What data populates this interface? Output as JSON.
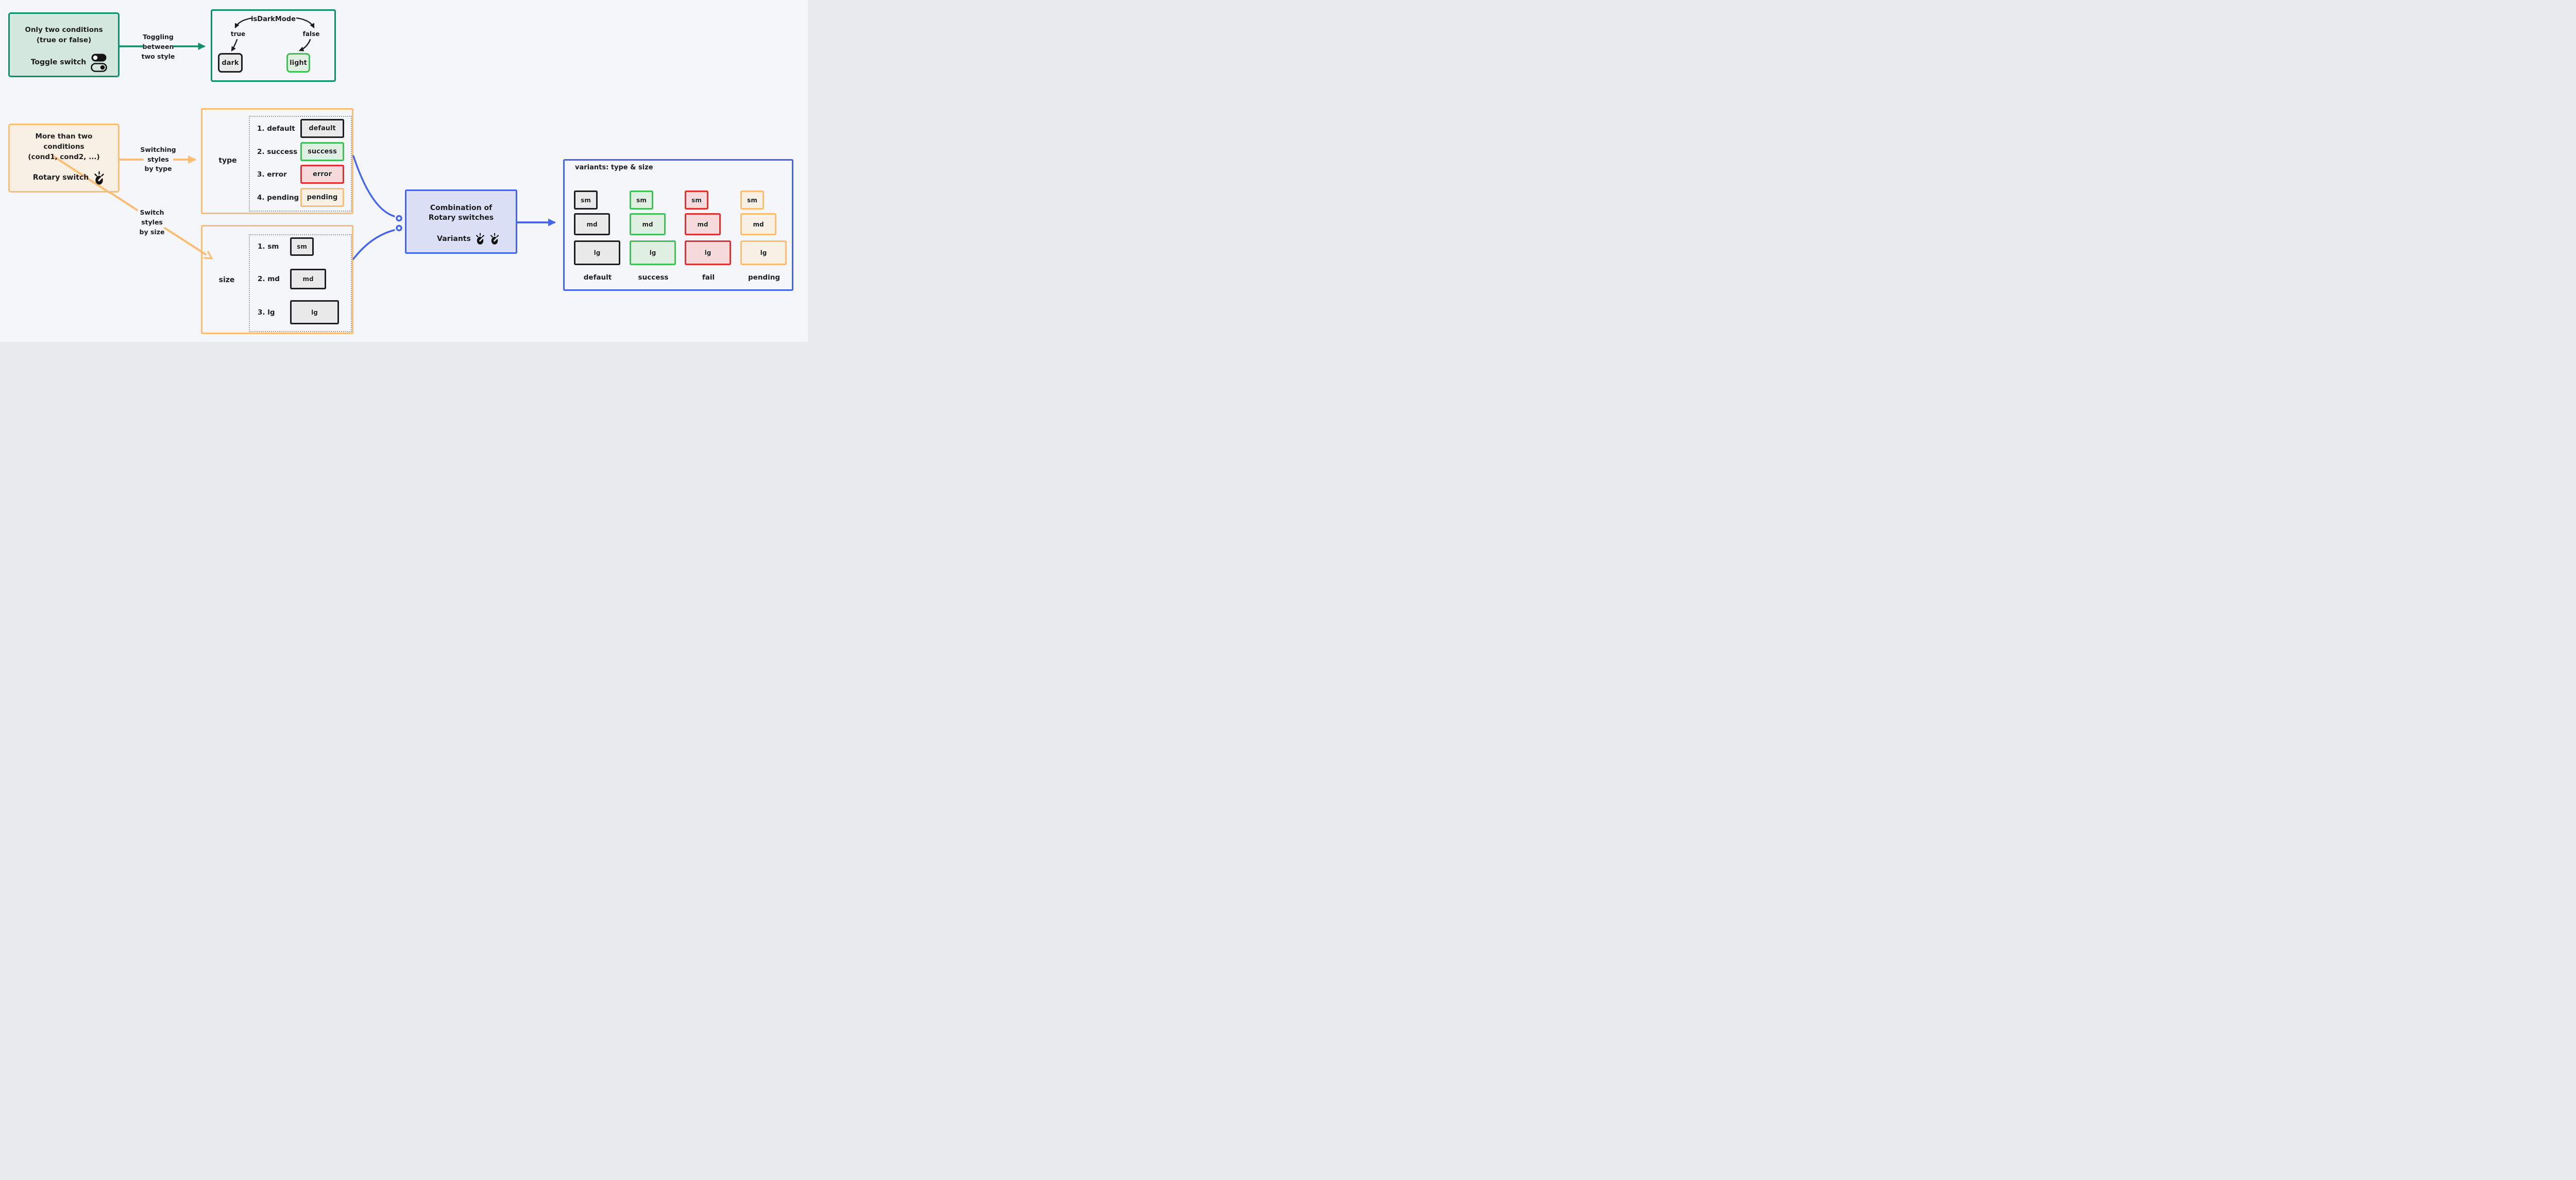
{
  "colors": {
    "canvas_bg": "#f5f6f9",
    "green": "#0e9168",
    "green_fill": "#d4e8df",
    "green_bright": "#40c057",
    "orange": "#f9be74",
    "orange_fill": "#f8f0e4",
    "blue": "#4365e9",
    "blue_fill": "#dce0f6",
    "dark": "#1e1e1e",
    "gray_fill": "#e9e9e9",
    "red": "#e03131",
    "red_fill": "#f6dadb",
    "text": "#1d1d1d"
  },
  "toggle_section": {
    "condition_box": {
      "line1": "Only two conditions",
      "line2": "(true or false)",
      "switch_label": "Toggle switch"
    },
    "arrow_label": {
      "line1": "Toggling",
      "line2": "between",
      "line3": "two style"
    },
    "darkmode_box": {
      "title": "isDarkMode",
      "branch_true": "true",
      "branch_false": "false",
      "chip_dark": "dark",
      "chip_light": "light"
    }
  },
  "rotary_section": {
    "condition_box": {
      "line1": "More than two",
      "line2": "conditions",
      "line3": "(cond1, cond2, ...)",
      "switch_label": "Rotary switch"
    },
    "type_arrow_label": {
      "line1": "Switching",
      "line2": "styles",
      "line3": "by type"
    },
    "size_arrow_label": {
      "line1": "Switch",
      "line2": "styles",
      "line3": "by size"
    },
    "type_box": {
      "label": "type",
      "items": [
        {
          "index": "1. default",
          "chip": "default"
        },
        {
          "index": "2. success",
          "chip": "success"
        },
        {
          "index": "3. error",
          "chip": "error"
        },
        {
          "index": "4. pending",
          "chip": "pending"
        }
      ]
    },
    "size_box": {
      "label": "size",
      "items": [
        {
          "index": "1. sm",
          "chip": "sm"
        },
        {
          "index": "2. md",
          "chip": "md"
        },
        {
          "index": "3. lg",
          "chip": "lg"
        }
      ]
    }
  },
  "combination_box": {
    "line1": "Combination of",
    "line2": "Rotary switches",
    "label": "Variants"
  },
  "variants_box": {
    "title": "variants: type & size",
    "columns": [
      {
        "label": "default",
        "chips": [
          "sm",
          "md",
          "lg"
        ]
      },
      {
        "label": "success",
        "chips": [
          "sm",
          "md",
          "lg"
        ]
      },
      {
        "label": "fail",
        "chips": [
          "sm",
          "md",
          "lg"
        ]
      },
      {
        "label": "pending",
        "chips": [
          "sm",
          "md",
          "lg"
        ]
      }
    ]
  }
}
